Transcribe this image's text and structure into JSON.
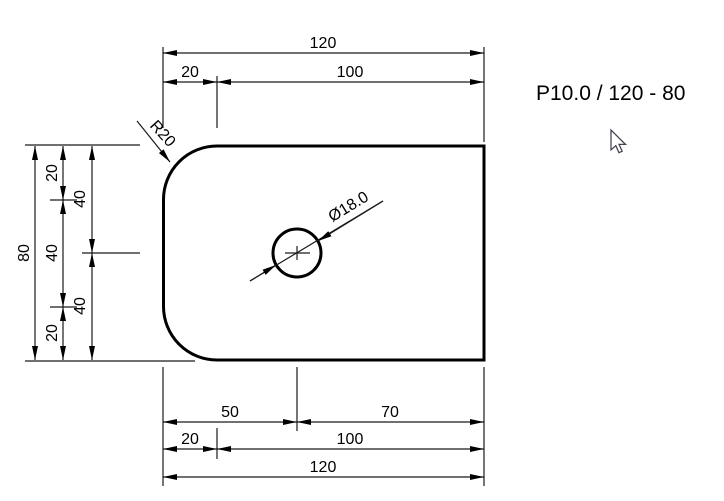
{
  "title": "P10.0 / 120 - 80",
  "colors": {
    "line": "#000000",
    "thin_line": "#1a1a1a",
    "background": "#ffffff"
  },
  "drawing": {
    "labels": {
      "top_total": "120",
      "top_offset": "20",
      "top_span": "100",
      "left_total": "80",
      "left_seg_top": "20",
      "left_seg_mid": "40",
      "left_seg_bottom": "20",
      "left_half_top": "40",
      "left_half_bottom": "40",
      "bottom_to_hole": "50",
      "bottom_from_hole": "70",
      "bottom_offset": "20",
      "bottom_span": "100",
      "bottom_total": "120",
      "corner_radius": "R20",
      "hole_diameter": "Ø18.0"
    }
  },
  "cursor": {
    "type": "arrow-pointer"
  }
}
